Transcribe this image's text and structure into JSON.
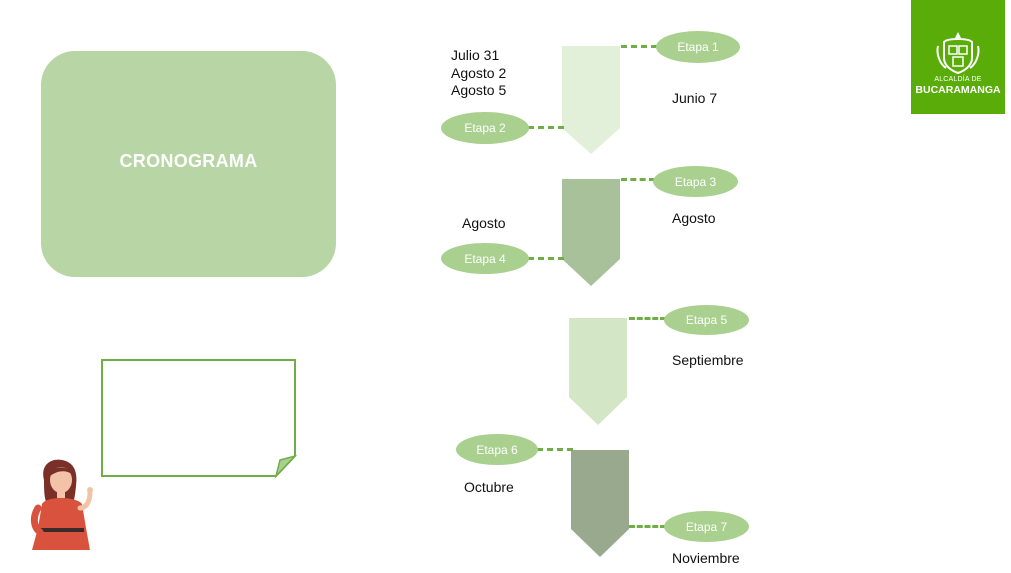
{
  "title": "CRONOGRAMA",
  "logo": {
    "line1": "ALCALDÍA DE",
    "line2": "BUCARAMANGA"
  },
  "stages": {
    "e1": "Etapa 1",
    "e2": "Etapa 2",
    "e3": "Etapa 3",
    "e4": "Etapa 4",
    "e5": "Etapa 5",
    "e6": "Etapa 6",
    "e7": "Etapa 7"
  },
  "dates": {
    "e1": "Junio 7",
    "e2": [
      "Julio 31",
      "Agosto 2",
      "Agosto 5"
    ],
    "e3": "Agosto",
    "e4": "Agosto",
    "e5": "Septiembre",
    "e6": "Octubre",
    "e7": "Noviembre"
  },
  "colors": {
    "light": "#e2efd9",
    "dark": "#a9c19a",
    "mid": "#d3e7c7",
    "darker": "#98a98d",
    "pill": "#a9d08e",
    "dash": "#70ad47",
    "brand": "#5aad09"
  }
}
